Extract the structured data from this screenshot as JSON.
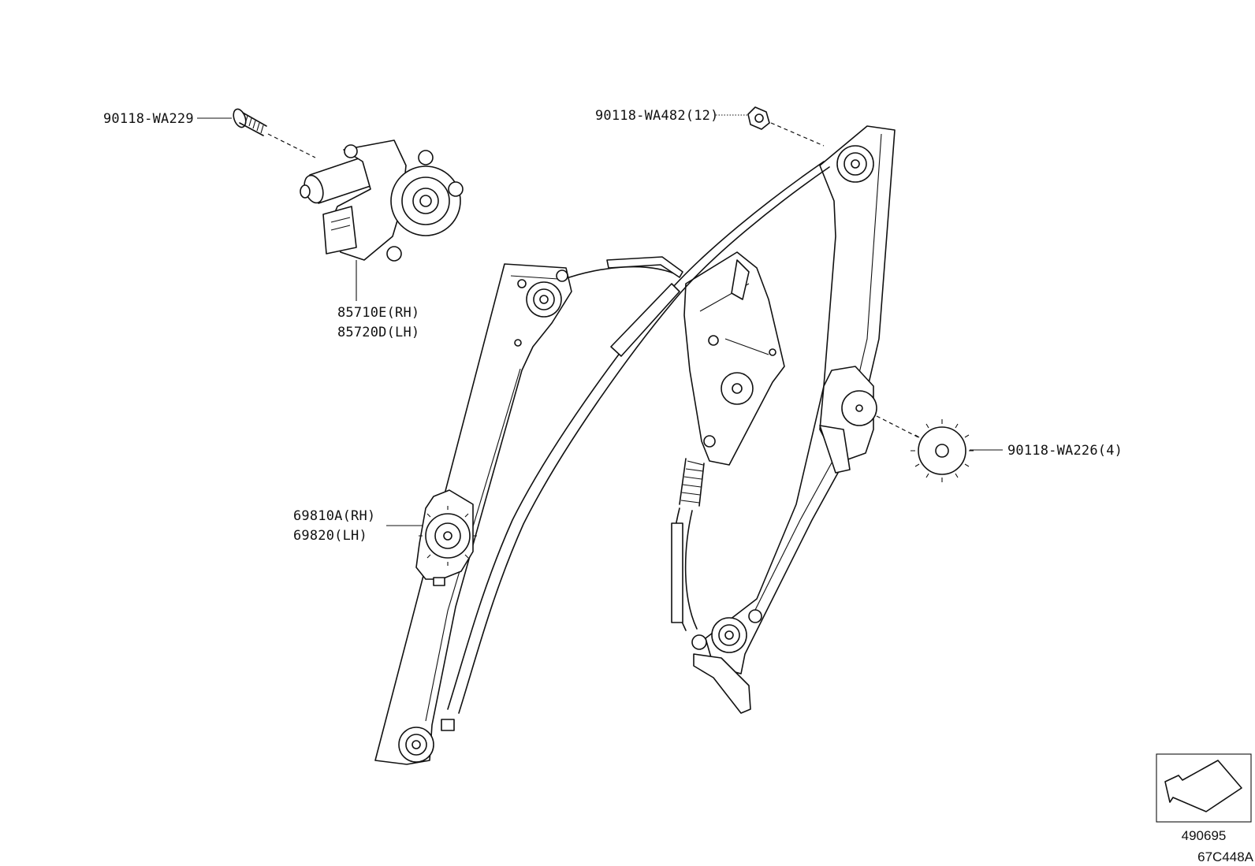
{
  "callouts": {
    "bolt_top_left": "90118-WA229",
    "nut_top": "90118-WA482(12)",
    "motor_rh": "85710E(RH)",
    "motor_lh": "85720D(LH)",
    "pulley_rh": "69810A(RH)",
    "pulley_lh": "69820(LH)",
    "gear_right": "90118-WA226(4)"
  },
  "legend": {
    "ref_number": "490695",
    "diagram_code": "67C448A"
  }
}
